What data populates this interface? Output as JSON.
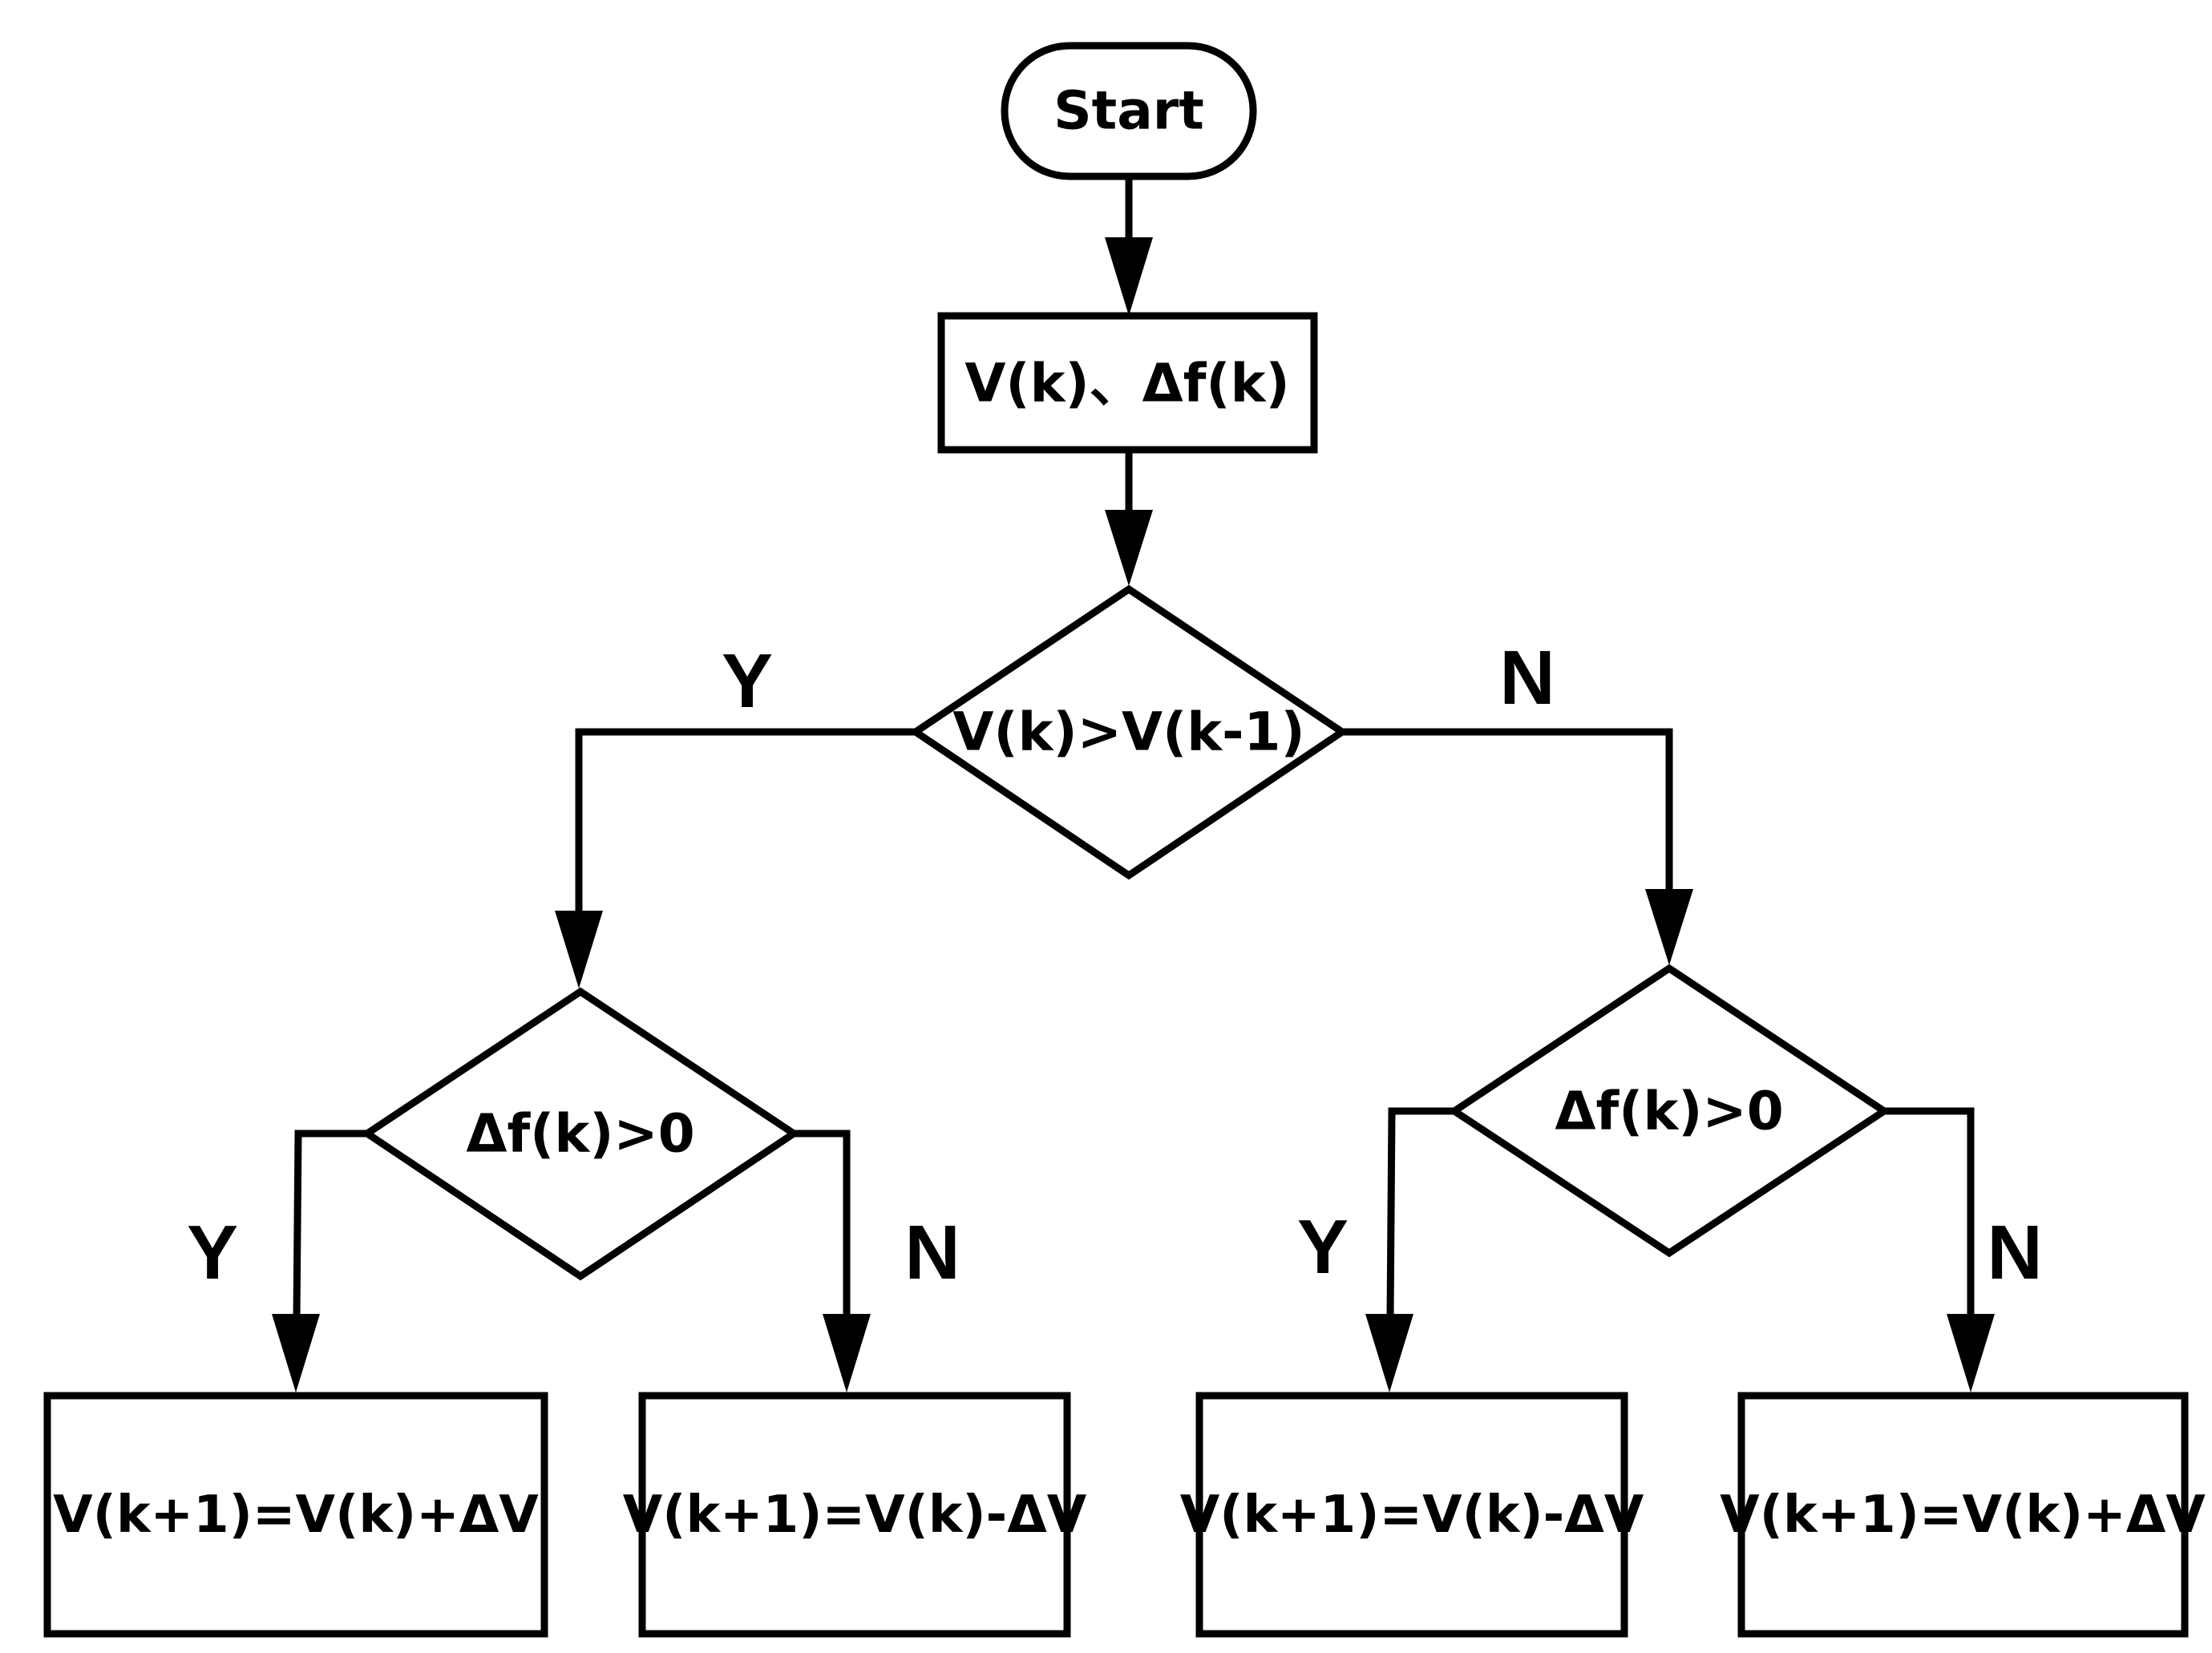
{
  "diagram": {
    "start": "Start",
    "input": "V(k)、Δf(k)",
    "decision_main": "V(k)>V(k-1)",
    "decision_left": "Δf(k)>0",
    "decision_right": "Δf(k)>0",
    "branch_yes": "Y",
    "branch_no": "N",
    "outputs": [
      "V(k+1)=V(k)+ΔV",
      "V(k+1)=V(k)-ΔV",
      "V(k+1)=V(k)-ΔV",
      "V(k+1)=V(k)+ΔV"
    ]
  }
}
